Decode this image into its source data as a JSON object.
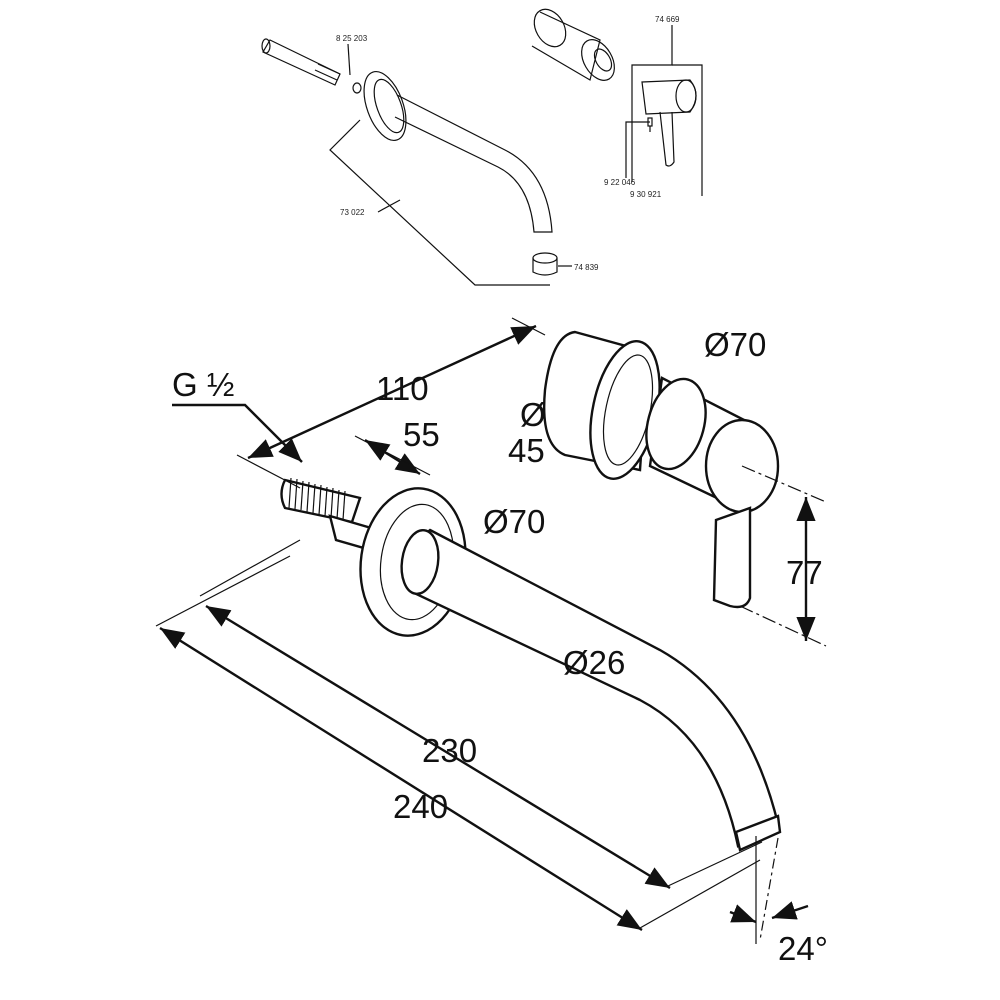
{
  "exploded_view": {
    "parts": [
      {
        "number": "8 25 203",
        "name": "threaded-stud"
      },
      {
        "number": "74 669",
        "name": "handle"
      },
      {
        "number": "73 022",
        "name": "spout"
      },
      {
        "number": "74 839",
        "name": "aerator"
      },
      {
        "number": "9 22 046",
        "name": "grub-screw"
      },
      {
        "number": "9 30 921",
        "name": "lever"
      }
    ]
  },
  "dimensions": {
    "thread": "G ½",
    "len_110": "110",
    "len_55": "55",
    "dia_rosette_mixer": "Ø70",
    "dia_45_a": "Ø",
    "dia_45_b": "45",
    "dia_rosette_spout": "Ø70",
    "dia_spout": "Ø26",
    "height_77": "77",
    "len_230": "230",
    "len_240": "240",
    "angle": "24°"
  },
  "colors": {
    "line": "#111111",
    "background": "#ffffff"
  }
}
